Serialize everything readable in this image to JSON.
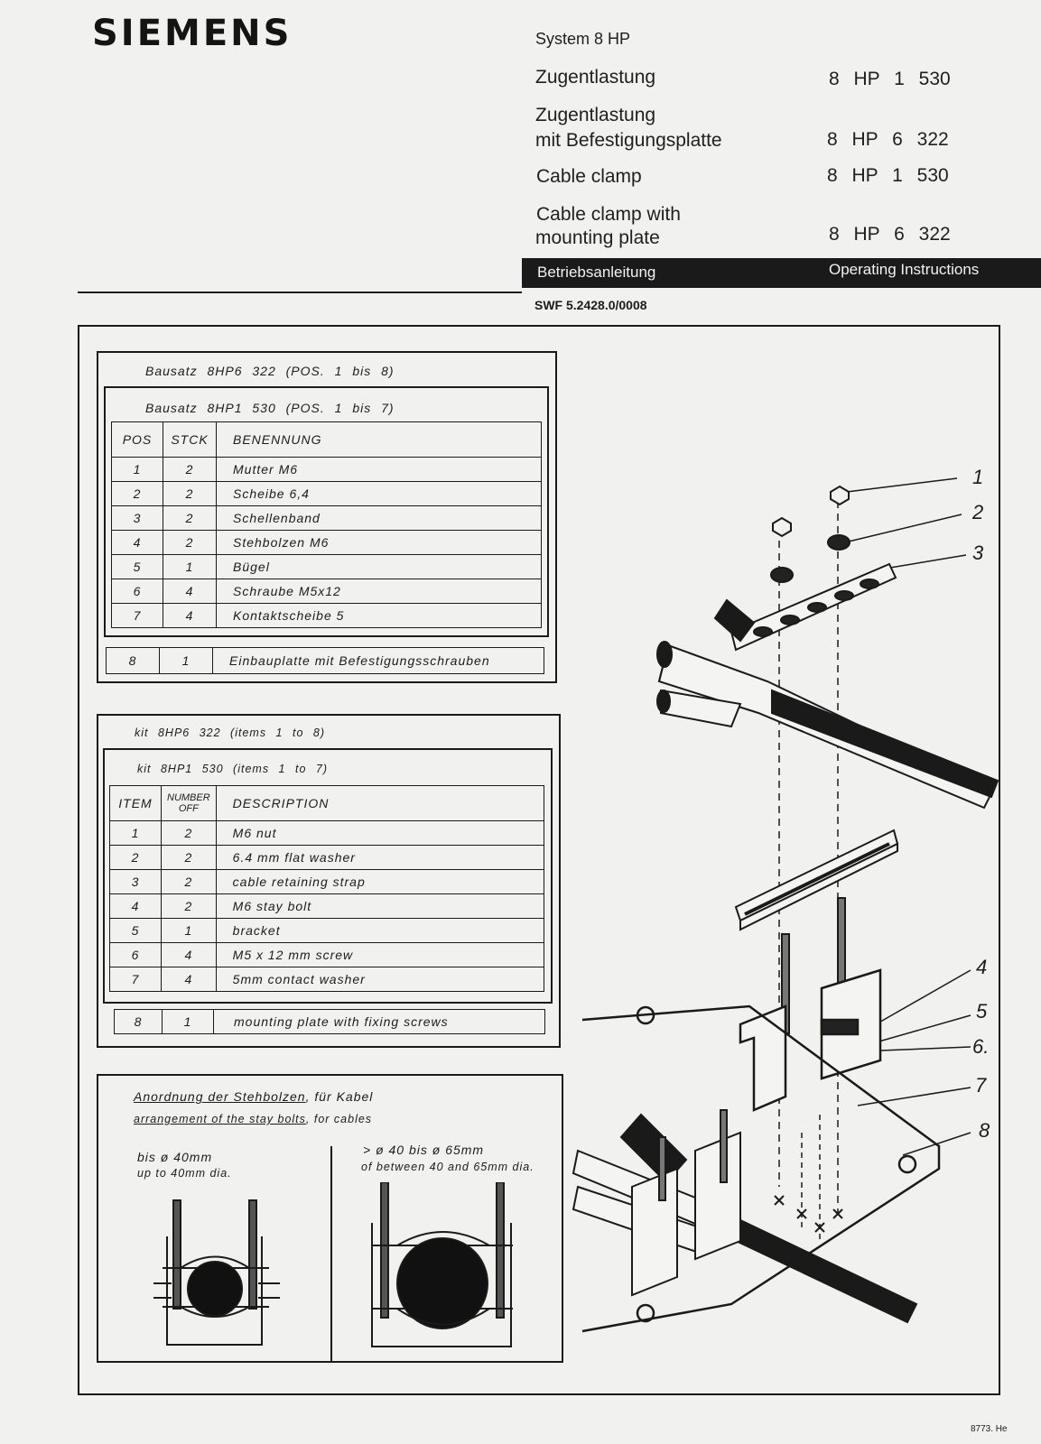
{
  "header": {
    "logo": "SIEMENS",
    "system": "System 8 HP",
    "products": [
      {
        "name_lines": [
          "Zugentlastung"
        ],
        "code": "8 HP 1 530"
      },
      {
        "name_lines": [
          "Zugentlastung",
          "mit Befestigungsplatte"
        ],
        "code": "8 HP 6 322"
      },
      {
        "name_lines": [
          "Cable clamp"
        ],
        "code": "8 HP 1 530"
      },
      {
        "name_lines": [
          "Cable clamp with",
          "mounting plate"
        ],
        "code": "8 HP 6 322"
      }
    ],
    "bar_left": "Betriebsanleitung",
    "bar_right": "Operating Instructions",
    "doc_number": "SWF 5.2428.0/0008"
  },
  "kit_de": {
    "outer_title": "Bausatz 8HP6 322 (POS. 1 bis 8)",
    "inner_title": "Bausatz 8HP1 530 (POS. 1 bis 7)",
    "headers": [
      "POS",
      "STCK",
      "BENENNUNG"
    ],
    "rows": [
      [
        "1",
        "2",
        "Mutter M6"
      ],
      [
        "2",
        "2",
        "Scheibe 6,4"
      ],
      [
        "3",
        "2",
        "Schellenband"
      ],
      [
        "4",
        "2",
        "Stehbolzen M6"
      ],
      [
        "5",
        "1",
        "Bügel"
      ],
      [
        "6",
        "4",
        "Schraube M5x12"
      ],
      [
        "7",
        "4",
        "Kontaktscheibe 5"
      ]
    ],
    "extra_row": [
      "8",
      "1",
      "Einbauplatte mit Befestigungsschrauben"
    ]
  },
  "kit_en": {
    "outer_title": "kit 8HP6 322 (items 1 to 8)",
    "inner_title": "kit 8HP1 530 (items 1 to 7)",
    "headers": [
      "ITEM",
      "NUMBER OFF",
      "DESCRIPTION"
    ],
    "rows": [
      [
        "1",
        "2",
        "M6 nut"
      ],
      [
        "2",
        "2",
        "6.4 mm flat washer"
      ],
      [
        "3",
        "2",
        "cable retaining strap"
      ],
      [
        "4",
        "2",
        "M6 stay bolt"
      ],
      [
        "5",
        "1",
        "bracket"
      ],
      [
        "6",
        "4",
        "M5 x 12 mm screw"
      ],
      [
        "7",
        "4",
        "5mm contact washer"
      ]
    ],
    "extra_row": [
      "8",
      "1",
      "mounting plate with fixing screws"
    ]
  },
  "arrangement": {
    "title_de_a": "Anordnung der Stehbolzen",
    "title_de_b": ", für Kabel",
    "title_en_a": "arrangement of the stay bolts",
    "title_en_b": ", for cables",
    "left_de": "bis ø 40mm",
    "left_en": "up to 40mm dia.",
    "right_de": "> ø 40 bis ø 65mm",
    "right_en": "of between 40 and 65mm dia."
  },
  "callouts": [
    "1",
    "2",
    "3",
    "4",
    "5",
    "6.",
    "7",
    "8"
  ],
  "footer": "8773. He"
}
